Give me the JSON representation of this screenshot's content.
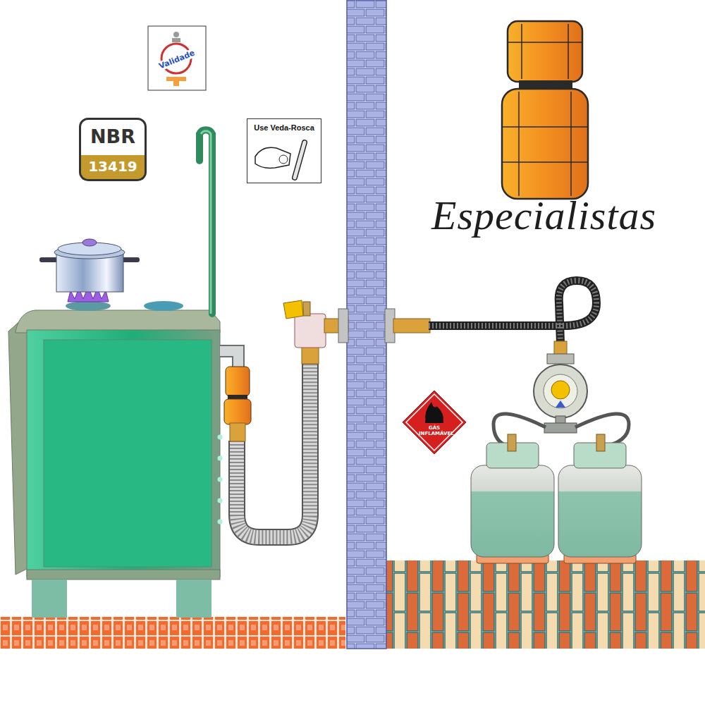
{
  "diagram": {
    "nodes": [
      {
        "text": [
          "NBR",
          "13419"
        ]
      },
      {
        "text": [
          "Validade"
        ]
      },
      {
        "text": [
          "Use Veda-Rosca"
        ]
      },
      {
        "text": [
          "GÁS INFLAMÁVEL"
        ]
      }
    ],
    "labels": [
      "Especialistas"
    ]
  }
}
